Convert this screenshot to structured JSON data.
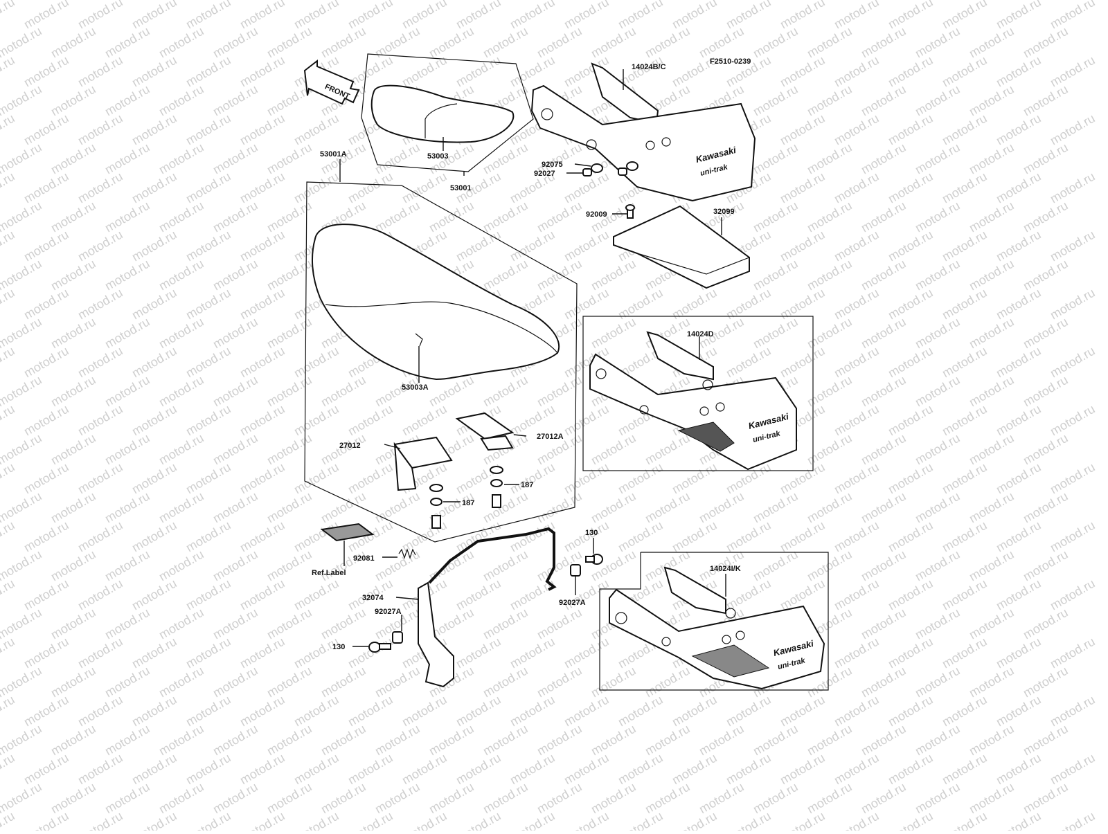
{
  "figure_code": "F2510-0239",
  "front_arrow": "FRONT",
  "watermark_text": "motod.ru",
  "brand_lines": [
    "Kawasaki",
    "uni-trak"
  ],
  "labels": {
    "p53001A": "53001A",
    "p53003": "53003",
    "p53001": "53001",
    "p14024BC": "14024B/C",
    "p92075": "92075",
    "p92027": "92027",
    "p92009": "92009",
    "p32099": "32099",
    "p53003A": "53003A",
    "p14024D": "14024D",
    "p27012": "27012",
    "p27012A": "27012A",
    "p187a": "187",
    "p187b": "187",
    "p130a": "130",
    "p92027A_a": "92027A",
    "p92081": "92081",
    "pRefLabel": "Ref.Label",
    "p32074": "32074",
    "p92027A_b": "92027A",
    "p130b": "130",
    "p14024IK": "14024I/K"
  }
}
